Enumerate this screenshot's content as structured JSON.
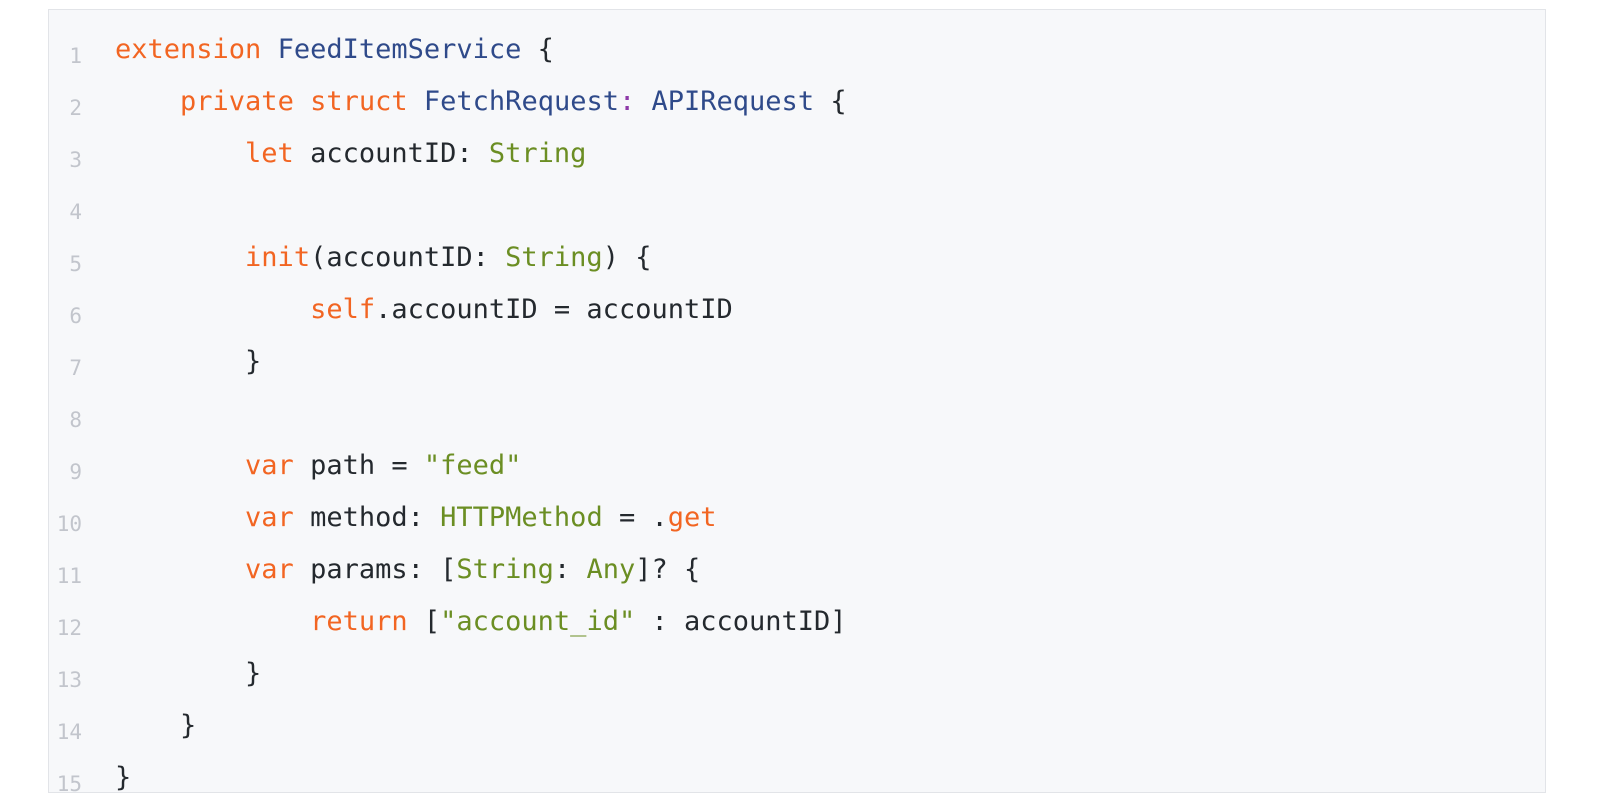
{
  "editor": {
    "line_numbers": [
      "1",
      "2",
      "3",
      "4",
      "5",
      "6",
      "7",
      "8",
      "9",
      "10",
      "11",
      "12",
      "13",
      "14",
      "15"
    ],
    "lines": [
      [
        {
          "t": "extension",
          "k": "keyword"
        },
        {
          "t": " ",
          "k": "plain"
        },
        {
          "t": "FeedItemService",
          "k": "type-decl"
        },
        {
          "t": " {",
          "k": "plain"
        }
      ],
      [
        {
          "t": "    ",
          "k": "plain"
        },
        {
          "t": "private",
          "k": "keyword"
        },
        {
          "t": " ",
          "k": "plain"
        },
        {
          "t": "struct",
          "k": "keyword"
        },
        {
          "t": " ",
          "k": "plain"
        },
        {
          "t": "FetchRequest",
          "k": "type-decl"
        },
        {
          "t": ":",
          "k": "punct"
        },
        {
          "t": " ",
          "k": "plain"
        },
        {
          "t": "APIRequest",
          "k": "type-decl"
        },
        {
          "t": " {",
          "k": "plain"
        }
      ],
      [
        {
          "t": "        ",
          "k": "plain"
        },
        {
          "t": "let",
          "k": "keyword"
        },
        {
          "t": " accountID: ",
          "k": "plain"
        },
        {
          "t": "String",
          "k": "type"
        }
      ],
      [],
      [
        {
          "t": "        ",
          "k": "plain"
        },
        {
          "t": "init",
          "k": "keyword"
        },
        {
          "t": "(accountID: ",
          "k": "plain"
        },
        {
          "t": "String",
          "k": "type"
        },
        {
          "t": ") {",
          "k": "plain"
        }
      ],
      [
        {
          "t": "            ",
          "k": "plain"
        },
        {
          "t": "self",
          "k": "keyword"
        },
        {
          "t": ".accountID = accountID",
          "k": "plain"
        }
      ],
      [
        {
          "t": "        }",
          "k": "plain"
        }
      ],
      [],
      [
        {
          "t": "        ",
          "k": "plain"
        },
        {
          "t": "var",
          "k": "keyword"
        },
        {
          "t": " path = ",
          "k": "plain"
        },
        {
          "t": "\"feed\"",
          "k": "string"
        }
      ],
      [
        {
          "t": "        ",
          "k": "plain"
        },
        {
          "t": "var",
          "k": "keyword"
        },
        {
          "t": " method: ",
          "k": "plain"
        },
        {
          "t": "HTTPMethod",
          "k": "type"
        },
        {
          "t": " = .",
          "k": "plain"
        },
        {
          "t": "get",
          "k": "keyword"
        }
      ],
      [
        {
          "t": "        ",
          "k": "plain"
        },
        {
          "t": "var",
          "k": "keyword"
        },
        {
          "t": " params: [",
          "k": "plain"
        },
        {
          "t": "String",
          "k": "type"
        },
        {
          "t": ": ",
          "k": "plain"
        },
        {
          "t": "Any",
          "k": "type"
        },
        {
          "t": "]? {",
          "k": "plain"
        }
      ],
      [
        {
          "t": "            ",
          "k": "plain"
        },
        {
          "t": "return",
          "k": "keyword"
        },
        {
          "t": " [",
          "k": "plain"
        },
        {
          "t": "\"account_id\"",
          "k": "string"
        },
        {
          "t": " : accountID]",
          "k": "plain"
        }
      ],
      [
        {
          "t": "        }",
          "k": "plain"
        }
      ],
      [
        {
          "t": "    }",
          "k": "plain"
        }
      ],
      [
        {
          "t": "}",
          "k": "plain"
        }
      ]
    ]
  },
  "colors": {
    "keyword": "#f26522",
    "type_decl": "#2f4a8a",
    "type": "#6b8e23",
    "string": "#6b8e23",
    "punct": "#8e3aa8",
    "plain": "#24292e",
    "line_number": "#c2c5cc",
    "background": "#f7f8fa"
  }
}
